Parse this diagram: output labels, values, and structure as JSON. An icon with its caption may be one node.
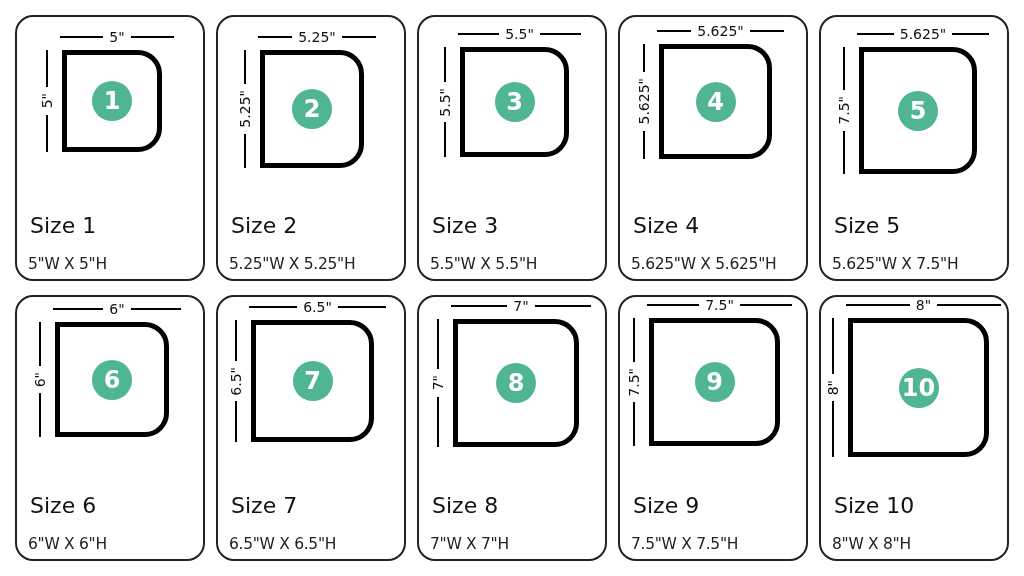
{
  "diagram": {
    "nodes": [
      {
        "text": [
          "Size 1",
          "5\"W X 5\"H"
        ]
      },
      {
        "text": [],
        "shape": "box",
        "in": 0
      },
      {
        "text": [
          "1"
        ],
        "in": 1
      },
      {
        "text": [
          "Size 2",
          "5.25\"W X 5.25\"H"
        ]
      },
      {
        "text": [],
        "shape": "box",
        "in": 3
      },
      {
        "text": [
          "2"
        ],
        "in": 4
      },
      {
        "text": [
          "Size 3",
          "5.5\"W X 5.5\"H"
        ]
      },
      {
        "text": [],
        "shape": "box",
        "in": 6
      },
      {
        "text": [
          "3"
        ],
        "in": 7
      },
      {
        "text": [
          "Size 4",
          "5.625\"W X 5.625\"H"
        ]
      },
      {
        "text": [],
        "shape": "box",
        "in": 9
      },
      {
        "text": [
          "4"
        ],
        "in": 10
      },
      {
        "text": [
          "Size 5",
          "5.625\"W X 7.5\"H"
        ]
      },
      {
        "text": [],
        "shape": "box",
        "in": 12
      },
      {
        "text": [
          "5"
        ],
        "in": 13
      },
      {
        "text": [
          "Size 6",
          "6\"W X 6\"H"
        ]
      },
      {
        "text": [],
        "shape": "box",
        "in": 15
      },
      {
        "text": [
          "6"
        ],
        "in": 16
      },
      {
        "text": [
          "Size 7",
          "6.5\"W X 6.5\"H"
        ]
      },
      {
        "text": [],
        "shape": "box",
        "in": 18
      },
      {
        "text": [
          "7"
        ],
        "in": 19
      },
      {
        "text": [
          "Size 8",
          "7\"W X 7\"H"
        ]
      },
      {
        "text": [],
        "shape": "box",
        "in": 21
      },
      {
        "text": [
          "8"
        ],
        "in": 22
      },
      {
        "text": [
          "Size 9",
          "7.5\"W X 7.5\"H"
        ]
      },
      {
        "text": [],
        "shape": "box",
        "in": 24
      },
      {
        "text": [
          "9"
        ],
        "in": 25
      },
      {
        "text": [
          "Size 10",
          "8\"W X 8\"H"
        ]
      },
      {
        "text": [],
        "shape": "box",
        "in": 27
      },
      {
        "text": [
          "10"
        ],
        "in": 28
      }
    ],
    "labels": [
      "5\"",
      "5\"",
      "5.25\"",
      "5.25\"",
      "5.5\"",
      "5.5\"",
      "5.625\"",
      "5.625\"",
      "5.625\"",
      "7.5\"",
      "6\"",
      "6\"",
      "6.5\"",
      "6.5\"",
      "7\"",
      "7\"",
      "7.5\"",
      "7.5\"",
      "8\"",
      "8\""
    ]
  }
}
